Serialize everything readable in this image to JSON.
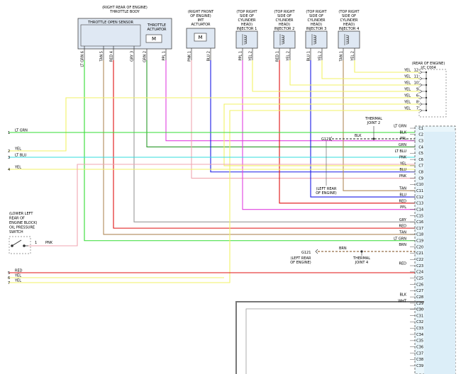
{
  "colors": {
    "LT GRN": "#33dd33",
    "YEL": "#f2f266",
    "LT BLU": "#33dddd",
    "PNK": "#f0a6b0",
    "PPL": "#e040e0",
    "GRN": "#2a9a2a",
    "BLU": "#1a1ae6",
    "RED": "#e01010",
    "TAN": "#b08a5a",
    "GRY": "#999999",
    "BLK": "#222222",
    "BRN": "#7a4a1a",
    "WHT": "#dddddd"
  },
  "components": {
    "throttle_body": {
      "title": [
        "(RIGHT REAR OF ENGINE)",
        "THROTTLE BODY"
      ],
      "sensor_label": "THROTTLE OPEN SENSOR",
      "actuator_label": [
        "THROTTLE",
        "ACTUATOR"
      ],
      "motor_symbol": "M"
    },
    "imt_actuator": {
      "title": [
        "(RIGHT FRONT",
        "OF ENGINE)",
        "IMT",
        "ACTUATOR"
      ],
      "motor_symbol": "M"
    },
    "injectors": [
      {
        "title": [
          "(TOP RIGHT",
          "SIDE OF",
          "CYLINDER",
          "HEAD)",
          "INJECTOR 1"
        ]
      },
      {
        "title": [
          "(TOP RIGHT",
          "SIDE OF",
          "CYLINDER",
          "HEAD)",
          "INJECTOR 2"
        ]
      },
      {
        "title": [
          "(TOP RIGHT",
          "SIDE OF",
          "CYLINDER",
          "HEAD)",
          "INJECTOR 3"
        ]
      },
      {
        "title": [
          "(TOP RIGHT",
          "SIDE OF",
          "CYLINDER",
          "HEAD)",
          "INJECTOR 4"
        ]
      }
    ],
    "jc_c004": {
      "title": [
        "(REAR OF ENGINE)",
        "J/C C004"
      ]
    },
    "oil_switch": {
      "title": [
        "(LOWER LEFT",
        "REAR OF",
        "ENGINE BLOCK)",
        "OIL PRESSURE",
        "SWITCH"
      ],
      "pin": "1",
      "wire": "PNK"
    },
    "thermal2": {
      "label": [
        "THERMAL",
        "JOINT 2"
      ],
      "ground": "G121",
      "ground_wire": "BLK",
      "ground_loc": [
        "(LEFT REAR",
        "OF ENGINE)"
      ]
    },
    "thermal4": {
      "label": [
        "THERMAL",
        "JOINT 4"
      ],
      "ground": "G121",
      "ground_wire": "BRN",
      "ground_loc": [
        "(LEFT REAR",
        "OF ENGINE)"
      ]
    }
  },
  "top_connector_pins": [
    {
      "wire": "LT GRN",
      "pin": "6"
    },
    {
      "wire": "TAN",
      "pin": "5"
    },
    {
      "wire": "RED",
      "pin": "4"
    },
    {
      "wire": "GRY",
      "pin": "3"
    },
    {
      "wire": "GRN",
      "pin": "2"
    },
    {
      "wire": "PPL",
      "pin": "1"
    },
    {
      "wire": "PNK",
      "pin": "1"
    },
    {
      "wire": "BLU",
      "pin": "2"
    },
    {
      "wire": "PPL",
      "pin": "1"
    },
    {
      "wire": "YEL",
      "pin": "2"
    },
    {
      "wire": "RED",
      "pin": "1"
    },
    {
      "wire": "YEL",
      "pin": "2"
    },
    {
      "wire": "BLU",
      "pin": "1"
    },
    {
      "wire": "YEL",
      "pin": "2"
    },
    {
      "wire": "TAN",
      "pin": "1"
    },
    {
      "wire": "YEL",
      "pin": "2"
    }
  ],
  "jc_pins": [
    {
      "wire": "YEL",
      "pin": "12"
    },
    {
      "wire": "YEL",
      "pin": "11"
    },
    {
      "wire": "YEL",
      "pin": "10"
    },
    {
      "wire": "YEL",
      "pin": "9"
    },
    {
      "wire": "YEL",
      "pin": "6"
    },
    {
      "wire": "YEL",
      "pin": "8"
    },
    {
      "wire": "YEL",
      "pin": "7"
    }
  ],
  "left_terminals": [
    {
      "num": "1",
      "wire": "LT GRN"
    },
    {
      "num": "2",
      "wire": "YEL"
    },
    {
      "num": "3",
      "wire": "LT BLU"
    },
    {
      "num": "4",
      "wire": "YEL"
    },
    {
      "num": "5",
      "wire": "RED"
    },
    {
      "num": "6",
      "wire": "YEL"
    },
    {
      "num": "7",
      "wire": "YEL"
    }
  ],
  "c_pins": [
    {
      "pin": "C1",
      "wire": "LT GRN"
    },
    {
      "pin": "C2",
      "wire": "BLK"
    },
    {
      "pin": "C3",
      "wire": "PPL"
    },
    {
      "pin": "C4",
      "wire": "GRN"
    },
    {
      "pin": "C5",
      "wire": "LT BLU"
    },
    {
      "pin": "C6",
      "wire": "PNK"
    },
    {
      "pin": "C7",
      "wire": "YEL"
    },
    {
      "pin": "C8",
      "wire": "BLU"
    },
    {
      "pin": "C9",
      "wire": "PNK"
    },
    {
      "pin": "C10",
      "wire": ""
    },
    {
      "pin": "C11",
      "wire": "TAN"
    },
    {
      "pin": "C12",
      "wire": "BLU"
    },
    {
      "pin": "C13",
      "wire": "RED"
    },
    {
      "pin": "C14",
      "wire": "PPL"
    },
    {
      "pin": "C15",
      "wire": ""
    },
    {
      "pin": "C16",
      "wire": "GRY"
    },
    {
      "pin": "C17",
      "wire": "RED"
    },
    {
      "pin": "C18",
      "wire": "TAN"
    },
    {
      "pin": "C19",
      "wire": "LT GRN"
    },
    {
      "pin": "C20",
      "wire": "BRN"
    },
    {
      "pin": "C21",
      "wire": ""
    },
    {
      "pin": "C22",
      "wire": ""
    },
    {
      "pin": "C23",
      "wire": "RED"
    },
    {
      "pin": "C24",
      "wire": ""
    },
    {
      "pin": "C25",
      "wire": ""
    },
    {
      "pin": "C26",
      "wire": ""
    },
    {
      "pin": "C27",
      "wire": ""
    },
    {
      "pin": "C28",
      "wire": "BLK"
    },
    {
      "pin": "C29",
      "wire": "WHT"
    },
    {
      "pin": "C30",
      "wire": ""
    },
    {
      "pin": "C31",
      "wire": ""
    },
    {
      "pin": "C32",
      "wire": ""
    },
    {
      "pin": "C33",
      "wire": ""
    },
    {
      "pin": "C34",
      "wire": ""
    },
    {
      "pin": "C35",
      "wire": ""
    },
    {
      "pin": "C36",
      "wire": ""
    },
    {
      "pin": "C37",
      "wire": ""
    },
    {
      "pin": "C38",
      "wire": ""
    },
    {
      "pin": "C39",
      "wire": ""
    }
  ]
}
